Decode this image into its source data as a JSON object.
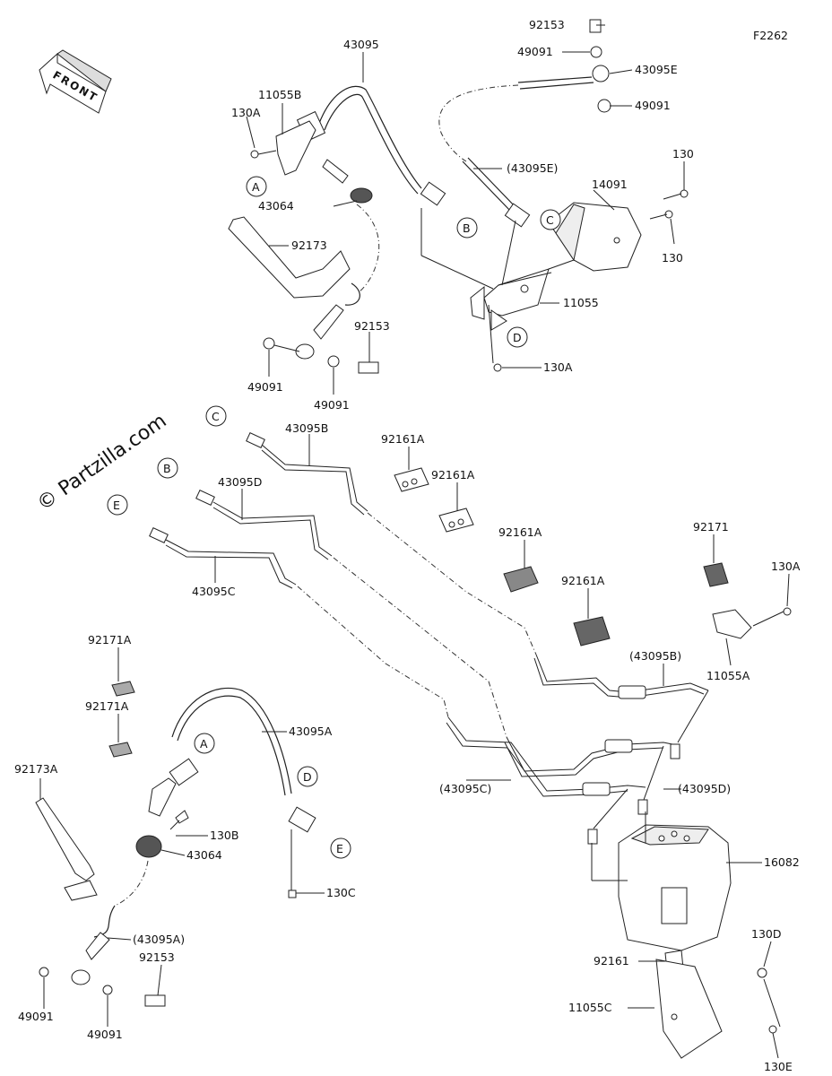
{
  "figure_code": "F2262",
  "front_label": "FRONT",
  "watermark": "© Partzilla.com",
  "callouts": {
    "c92153_top": "92153",
    "c49091_top1": "49091",
    "c43095E": "43095E",
    "c49091_top2": "49091",
    "c43095": "43095",
    "c11055B": "11055B",
    "c130A_1": "130A",
    "c43064_1": "43064",
    "c92173": "92173",
    "c43095E_paren": "(43095E)",
    "c14091": "14091",
    "c130_1": "130",
    "c130_2": "130",
    "c11055": "11055",
    "c92153_mid": "92153",
    "c49091_mid1": "49091",
    "c49091_mid2": "49091",
    "c130A_2": "130A",
    "c43095B": "43095B",
    "c43095D": "43095D",
    "c43095C": "43095C",
    "c92161A_1": "92161A",
    "c92161A_2": "92161A",
    "c92161A_3": "92161A",
    "c92161A_4": "92161A",
    "c92171": "92171",
    "c130A_3": "130A",
    "c11055A": "11055A",
    "c43095B_paren": "(43095B)",
    "c43095D_paren": "(43095D)",
    "c43095C_paren": "(43095C)",
    "c92171A_1": "92171A",
    "c92171A_2": "92171A",
    "c43095A": "43095A",
    "c92173A": "92173A",
    "c130B": "130B",
    "c43064_2": "43064",
    "c130C": "130C",
    "c16082": "16082",
    "c43095A_paren": "(43095A)",
    "c92153_bot": "92153",
    "c49091_bot1": "49091",
    "c49091_bot2": "49091",
    "c92161": "92161",
    "c130D": "130D",
    "c11055C": "11055C",
    "c130E": "130E"
  },
  "connection_markers": {
    "A1": "A",
    "B1": "B",
    "C1": "C",
    "D1": "D",
    "C2": "C",
    "B2": "B",
    "E1": "E",
    "A2": "A",
    "D2": "D",
    "E2": "E"
  }
}
